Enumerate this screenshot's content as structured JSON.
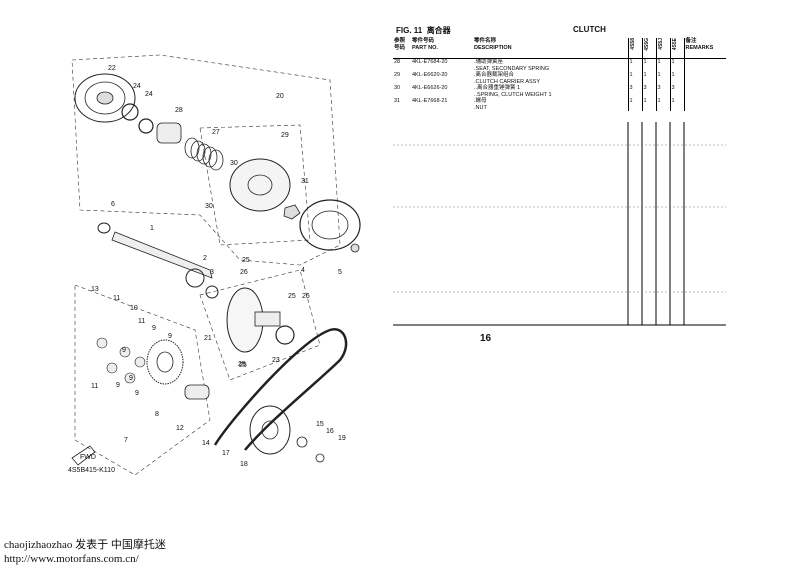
{
  "figure": {
    "label": "FIG. 11",
    "cn": "离合器",
    "title": "CLUTCH"
  },
  "table_header": {
    "ref_cn": "参照",
    "ref_en": "号码",
    "part_cn": "零件号码",
    "part_en": "PART NO.",
    "desc_cn": "零件名称",
    "desc_en": "DESCRIPTION",
    "models": [
      "4S58",
      "4S5G",
      "4S5J",
      "4S5E"
    ],
    "remarks_cn": "备注",
    "remarks_en": "REMARKS"
  },
  "rows": [
    {
      "ref": "28",
      "part": "4KL-E7684-20",
      "desc_cn": ".辅助弹簧座",
      "desc_en": ".SEAT, SECONDARY SPRING",
      "q": [
        "1",
        "1",
        "1",
        "1"
      ]
    },
    {
      "ref": "29",
      "part": "4KL-E6620-20",
      "desc_cn": ".离合器载架组合",
      "desc_en": ".CLUTCH CARRIER ASSY",
      "q": [
        "1",
        "1",
        "1",
        "1"
      ]
    },
    {
      "ref": "30",
      "part": "4KL-E6626-20",
      "desc_cn": "..离合器重锤弹簧 1",
      "desc_en": "..SPRING, CLUTCH WEIGHT 1",
      "q": [
        "3",
        "3",
        "3",
        "3"
      ]
    },
    {
      "ref": "31",
      "part": "4KL-E7668-21",
      "desc_cn": ".螺母",
      "desc_en": ".NUT",
      "q": [
        "1",
        "1",
        "1",
        "1"
      ]
    }
  ],
  "callouts": [
    "22",
    "24",
    "24",
    "28",
    "27",
    "20",
    "29",
    "30",
    "30",
    "31",
    "1",
    "6",
    "2",
    "3",
    "4",
    "5",
    "25",
    "26",
    "25",
    "26",
    "25",
    "13",
    "11",
    "10",
    "11",
    "9",
    "9",
    "11",
    "9",
    "9",
    "9",
    "9",
    "8",
    "12",
    "14",
    "17",
    "18",
    "15",
    "16",
    "19",
    "21",
    "23",
    "25",
    "7"
  ],
  "diagram_code": "4S5B415-K110",
  "fwd_label": "FWD",
  "page_number": "16",
  "footer": {
    "line1": "chaojizhaozhao 发表于 中国摩托迷",
    "line2": "http://www.motorfans.com.cn/"
  }
}
